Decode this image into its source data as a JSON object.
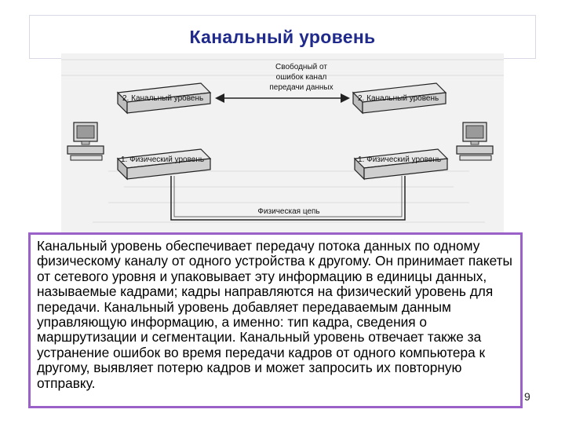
{
  "title": "Канальный уровень",
  "diagram": {
    "top_label": [
      "Свободный от",
      "ошибок канал",
      "передачи данных"
    ],
    "left_data_link": "2. Канальный уровень",
    "right_data_link": "2. Канальный уровень",
    "left_physical": "1. Физический уровень",
    "right_physical": "1. Физический уровень",
    "circuit_label": "Физическая цепь"
  },
  "description": "Канальный уровень обеспечивает передачу потока данных по одному физическому каналу от одного устройства к другому. Он принимает пакеты от сетевого уровня и упаковывает эту информацию в единицы данных, называемые кадрами; кадры направляются на физический уровень для передачи. Канальный уровень добавляет передаваемым данным управляющую информацию, а именно: тип кадра, сведения о маршрутизации и сегментации. Канальный уровень отвечает также за устранение ошибок во время передачи кадров от одного компьютера к другому, выявляет потерю кадров и может запросить их повторную отправку.",
  "page_number": "9"
}
